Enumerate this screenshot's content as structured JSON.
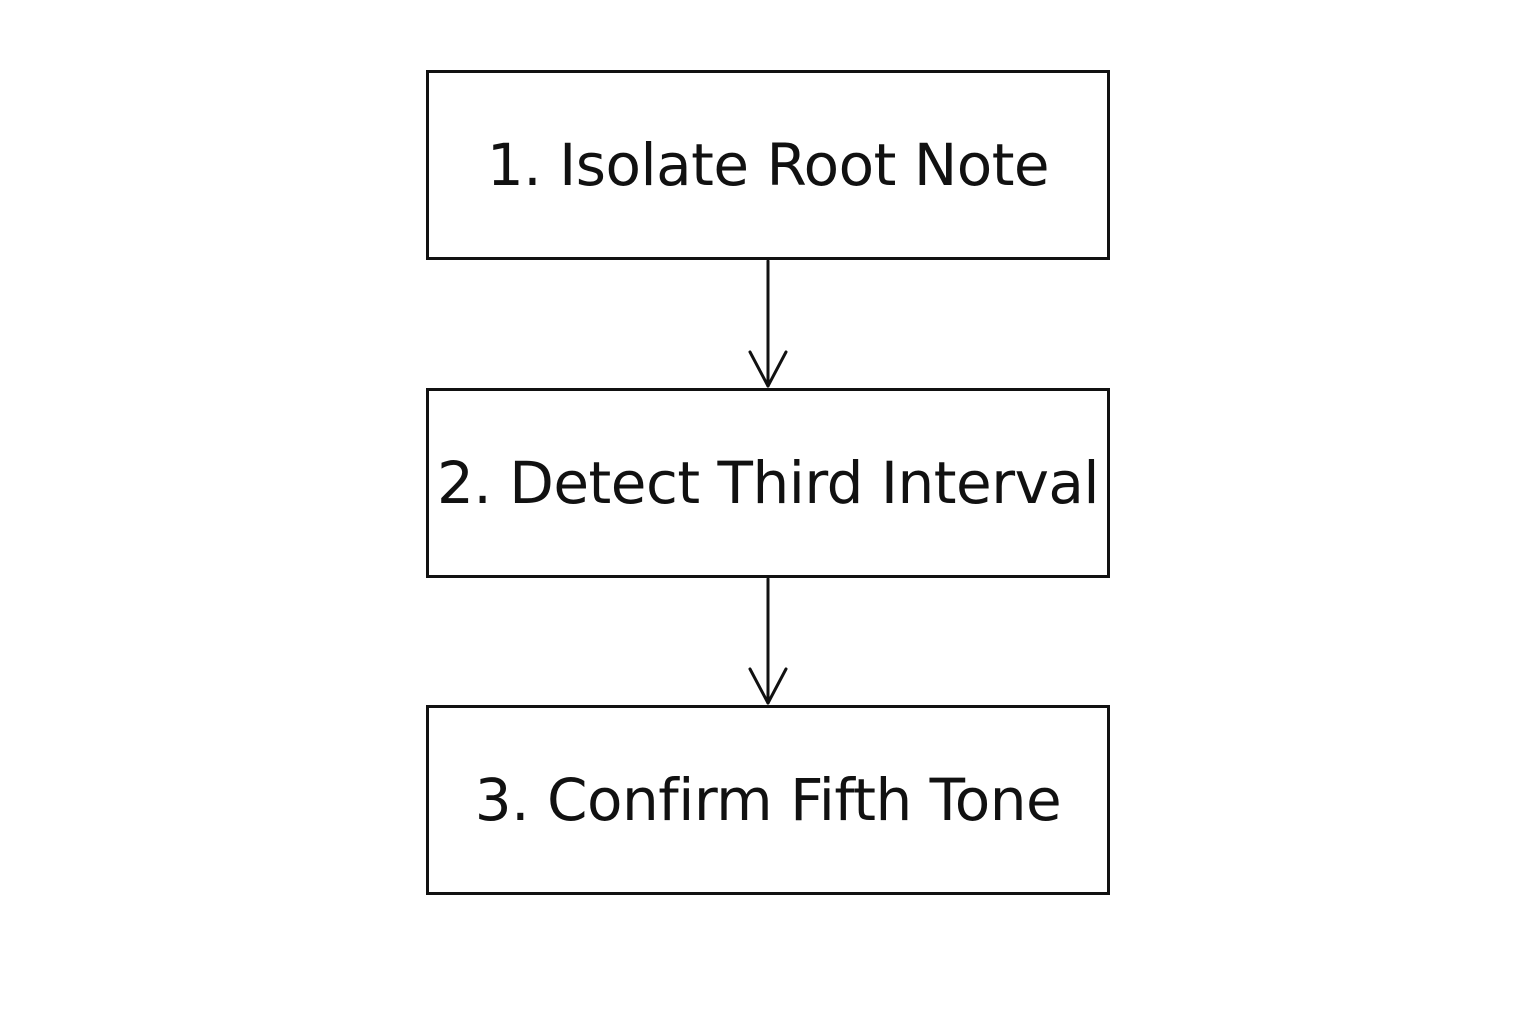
{
  "diagram": {
    "steps": [
      {
        "label": "1. Isolate Root Note"
      },
      {
        "label": "2. Detect Third Interval"
      },
      {
        "label": "3. Confirm Fifth Tone"
      }
    ],
    "colors": {
      "stroke": "#111111",
      "background": "#ffffff",
      "text": "#111111"
    }
  }
}
